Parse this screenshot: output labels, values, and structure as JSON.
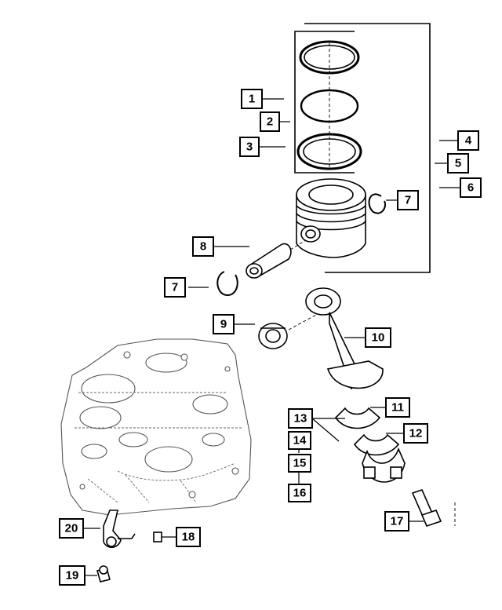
{
  "diagram": {
    "callouts": [
      "1",
      "2",
      "3",
      "4",
      "5",
      "6",
      "7",
      "7",
      "8",
      "9",
      "10",
      "11",
      "12",
      "13",
      "14",
      "15",
      "16",
      "17",
      "18",
      "19",
      "20"
    ]
  }
}
